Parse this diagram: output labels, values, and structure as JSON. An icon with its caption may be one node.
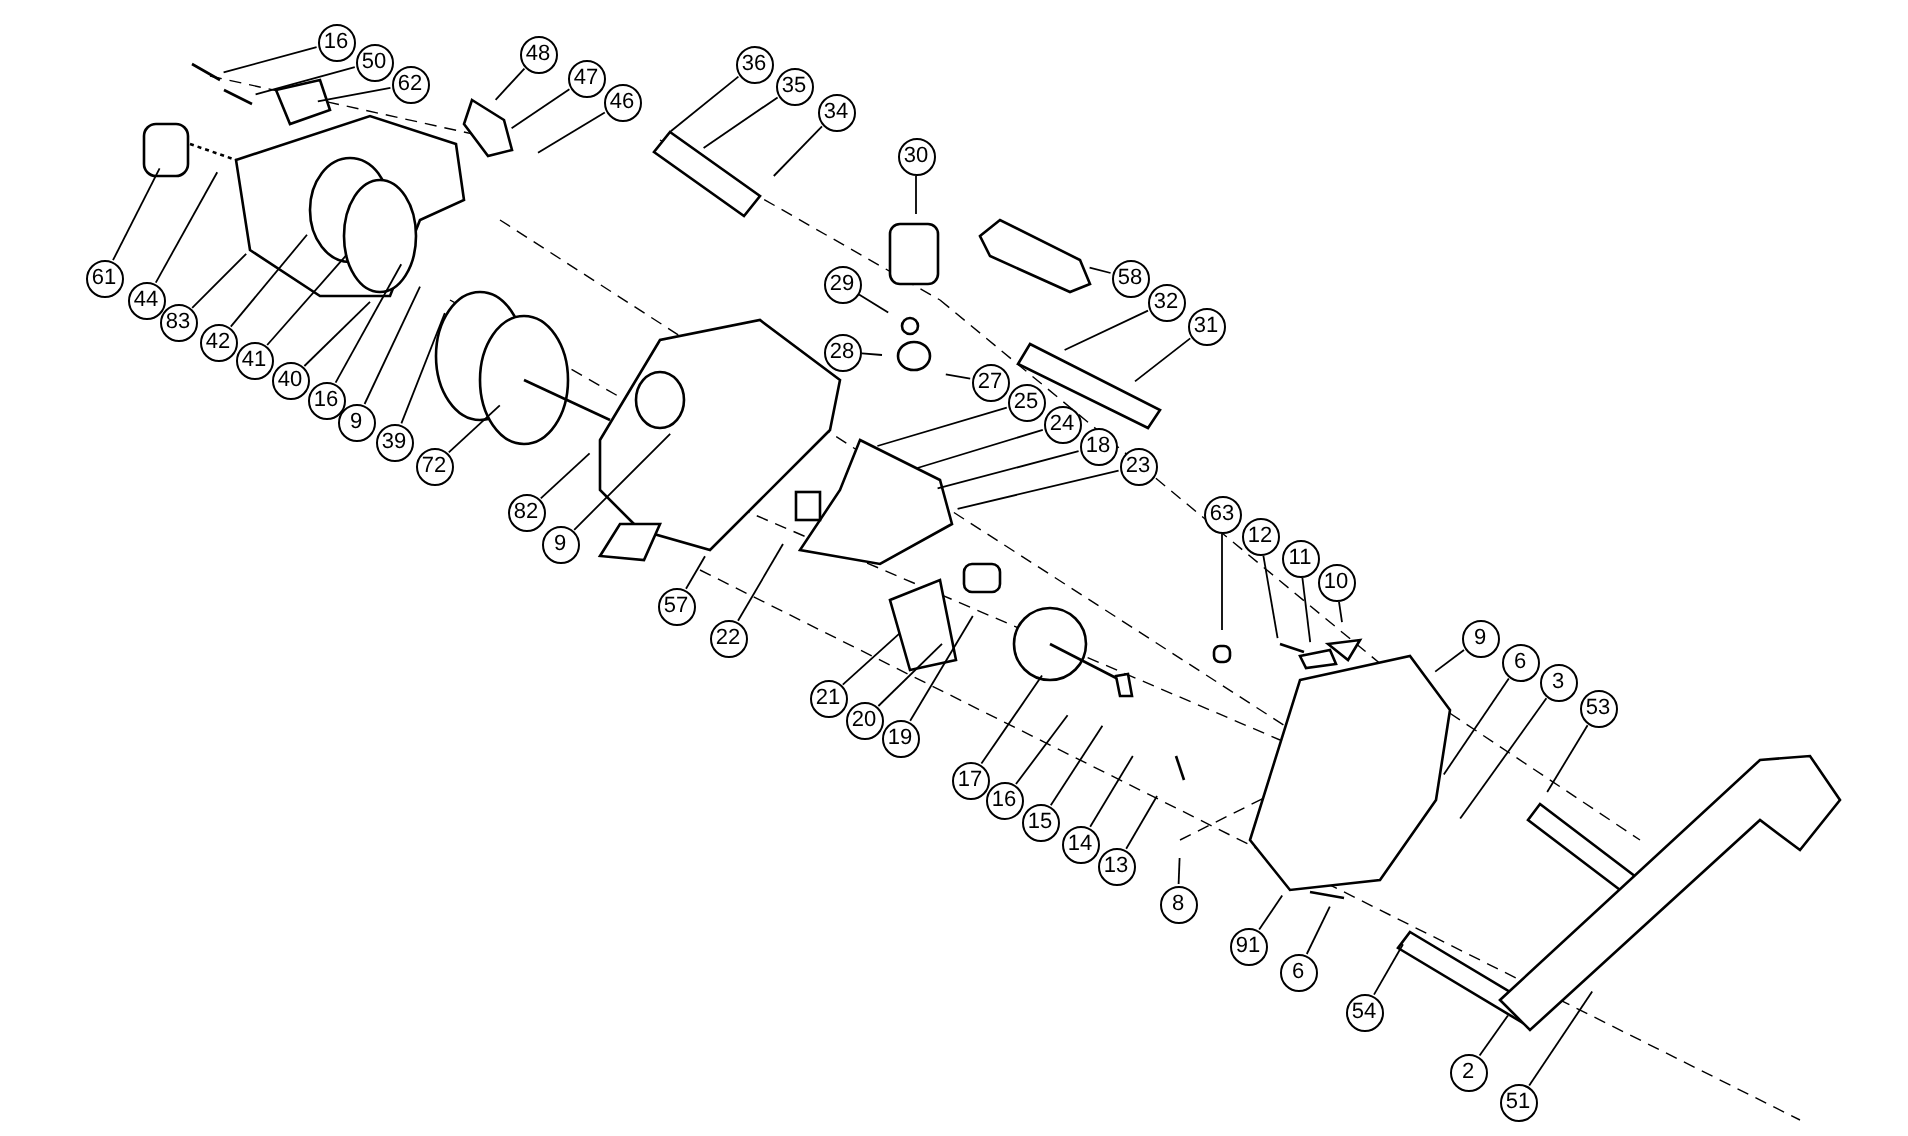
{
  "diagram": {
    "nodes": [
      {
        "text": [
          "16"
        ]
      },
      {
        "text": [
          "50"
        ]
      },
      {
        "text": [
          "62"
        ]
      },
      {
        "text": [
          "48"
        ]
      },
      {
        "text": [
          "47"
        ]
      },
      {
        "text": [
          "46"
        ]
      },
      {
        "text": [
          "36"
        ]
      },
      {
        "text": [
          "35"
        ]
      },
      {
        "text": [
          "34"
        ]
      },
      {
        "text": [
          "30"
        ]
      },
      {
        "text": [
          "58"
        ]
      },
      {
        "text": [
          "29"
        ]
      },
      {
        "text": [
          "28"
        ]
      },
      {
        "text": [
          "32"
        ]
      },
      {
        "text": [
          "27"
        ]
      },
      {
        "text": [
          "31"
        ]
      },
      {
        "text": [
          "25"
        ]
      },
      {
        "text": [
          "24"
        ]
      },
      {
        "text": [
          "18"
        ]
      },
      {
        "text": [
          "23"
        ]
      },
      {
        "text": [
          "61"
        ]
      },
      {
        "text": [
          "44"
        ]
      },
      {
        "text": [
          "83"
        ]
      },
      {
        "text": [
          "42"
        ]
      },
      {
        "text": [
          "41"
        ]
      },
      {
        "text": [
          "40"
        ]
      },
      {
        "text": [
          "16"
        ]
      },
      {
        "text": [
          "9"
        ]
      },
      {
        "text": [
          "39"
        ]
      },
      {
        "text": [
          "72"
        ]
      },
      {
        "text": [
          "82"
        ]
      },
      {
        "text": [
          "9"
        ]
      },
      {
        "text": [
          "57"
        ]
      },
      {
        "text": [
          "22"
        ]
      },
      {
        "text": [
          "63"
        ]
      },
      {
        "text": [
          "12"
        ]
      },
      {
        "text": [
          "11"
        ]
      },
      {
        "text": [
          "10"
        ]
      },
      {
        "text": [
          "9"
        ]
      },
      {
        "text": [
          "6"
        ]
      },
      {
        "text": [
          "3"
        ]
      },
      {
        "text": [
          "53"
        ]
      },
      {
        "text": [
          "21"
        ]
      },
      {
        "text": [
          "20"
        ]
      },
      {
        "text": [
          "19"
        ]
      },
      {
        "text": [
          "17"
        ]
      },
      {
        "text": [
          "16"
        ]
      },
      {
        "text": [
          "15"
        ]
      },
      {
        "text": [
          "14"
        ]
      },
      {
        "text": [
          "13"
        ]
      },
      {
        "text": [
          "8"
        ]
      },
      {
        "text": [
          "91"
        ]
      },
      {
        "text": [
          "6"
        ]
      },
      {
        "text": [
          "54"
        ]
      },
      {
        "text": [
          "2"
        ]
      },
      {
        "text": [
          "51"
        ]
      }
    ],
    "edges": [
      {
        "from": 0,
        "to": null,
        "arrow": "none"
      },
      {
        "from": 1,
        "to": null,
        "arrow": "none"
      },
      {
        "from": 2,
        "to": null,
        "arrow": "none"
      },
      {
        "from": 3,
        "to": null,
        "arrow": "none"
      },
      {
        "from": 4,
        "to": null,
        "arrow": "none"
      },
      {
        "from": 5,
        "to": null,
        "arrow": "none"
      },
      {
        "from": 6,
        "to": null,
        "arrow": "none"
      },
      {
        "from": 7,
        "to": null,
        "arrow": "none"
      },
      {
        "from": 8,
        "to": null,
        "arrow": "none"
      },
      {
        "from": 9,
        "to": null,
        "arrow": "none"
      },
      {
        "from": 10,
        "to": null,
        "arrow": "none"
      },
      {
        "from": 11,
        "to": null,
        "arrow": "none"
      },
      {
        "from": 12,
        "to": null,
        "arrow": "none"
      },
      {
        "from": 13,
        "to": null,
        "arrow": "none"
      },
      {
        "from": 14,
        "to": null,
        "arrow": "none"
      },
      {
        "from": 15,
        "to": null,
        "arrow": "none"
      },
      {
        "from": 16,
        "to": null,
        "arrow": "none"
      },
      {
        "from": 17,
        "to": null,
        "arrow": "none"
      },
      {
        "from": 18,
        "to": null,
        "arrow": "none"
      },
      {
        "from": 19,
        "to": null,
        "arrow": "none"
      },
      {
        "from": 20,
        "to": null,
        "arrow": "none"
      },
      {
        "from": 21,
        "to": null,
        "arrow": "none"
      },
      {
        "from": 22,
        "to": null,
        "arrow": "none"
      },
      {
        "from": 23,
        "to": null,
        "arrow": "none"
      },
      {
        "from": 24,
        "to": null,
        "arrow": "none"
      },
      {
        "from": 25,
        "to": null,
        "arrow": "none"
      },
      {
        "from": 26,
        "to": null,
        "arrow": "none"
      },
      {
        "from": 27,
        "to": null,
        "arrow": "none"
      },
      {
        "from": 28,
        "to": null,
        "arrow": "none"
      },
      {
        "from": 29,
        "to": null,
        "arrow": "none"
      },
      {
        "from": 30,
        "to": null,
        "arrow": "none"
      },
      {
        "from": 31,
        "to": null,
        "arrow": "none"
      },
      {
        "from": 32,
        "to": null,
        "arrow": "none"
      },
      {
        "from": 33,
        "to": null,
        "arrow": "none"
      },
      {
        "from": 34,
        "to": null,
        "arrow": "none"
      },
      {
        "from": 35,
        "to": null,
        "arrow": "none"
      },
      {
        "from": 36,
        "to": null,
        "arrow": "none"
      },
      {
        "from": 37,
        "to": null,
        "arrow": "none"
      },
      {
        "from": 38,
        "to": null,
        "arrow": "none"
      },
      {
        "from": 39,
        "to": null,
        "arrow": "none"
      },
      {
        "from": 40,
        "to": null,
        "arrow": "none"
      },
      {
        "from": 41,
        "to": null,
        "arrow": "none"
      },
      {
        "from": 42,
        "to": null,
        "arrow": "none"
      },
      {
        "from": 43,
        "to": null,
        "arrow": "none"
      },
      {
        "from": 44,
        "to": null,
        "arrow": "none"
      },
      {
        "from": 45,
        "to": null,
        "arrow": "none"
      },
      {
        "from": 46,
        "to": null,
        "arrow": "none"
      },
      {
        "from": 47,
        "to": null,
        "arrow": "none"
      },
      {
        "from": 48,
        "to": null,
        "arrow": "none"
      },
      {
        "from": 49,
        "to": null,
        "arrow": "none"
      },
      {
        "from": 50,
        "to": null,
        "arrow": "none"
      },
      {
        "from": 51,
        "to": null,
        "arrow": "none"
      },
      {
        "from": 52,
        "to": null,
        "arrow": "none"
      },
      {
        "from": 53,
        "to": null,
        "arrow": "none"
      },
      {
        "from": 54,
        "to": null,
        "arrow": "none"
      },
      {
        "from": 55,
        "to": null,
        "arrow": "none"
      }
    ]
  }
}
